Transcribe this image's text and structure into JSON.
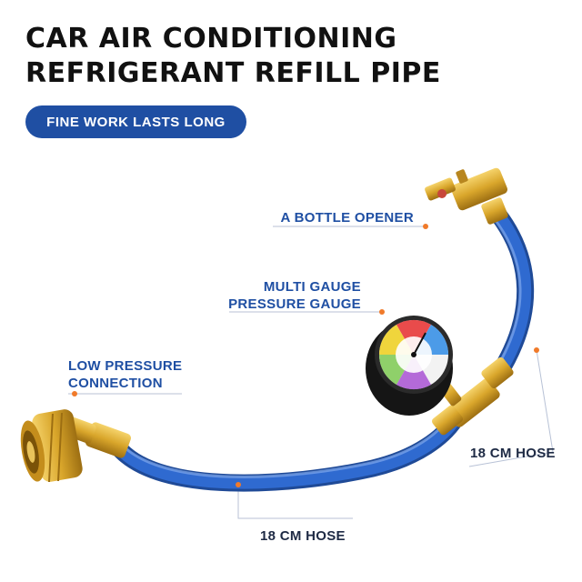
{
  "title": {
    "line1": "CAR AIR CONDITIONING",
    "line2": "REFRIGERANT REFILL PIPE"
  },
  "badge": "FINE WORK LASTS LONG",
  "callouts": {
    "bottle_opener": "A BOTTLE OPENER",
    "gauge_line1": "MULTI GAUGE",
    "gauge_line2": "PRESSURE GAUGE",
    "low_pressure_line1": "LOW PRESSURE",
    "low_pressure_line2": "CONNECTION",
    "hose_right": "18 CM HOSE",
    "hose_bottom": "18 CM HOSE"
  },
  "colors": {
    "brand_blue": "#1f4fa3",
    "hose_blue": "#2b63c4",
    "brass": "#d9a62b",
    "marker_orange": "#f07a2a"
  }
}
